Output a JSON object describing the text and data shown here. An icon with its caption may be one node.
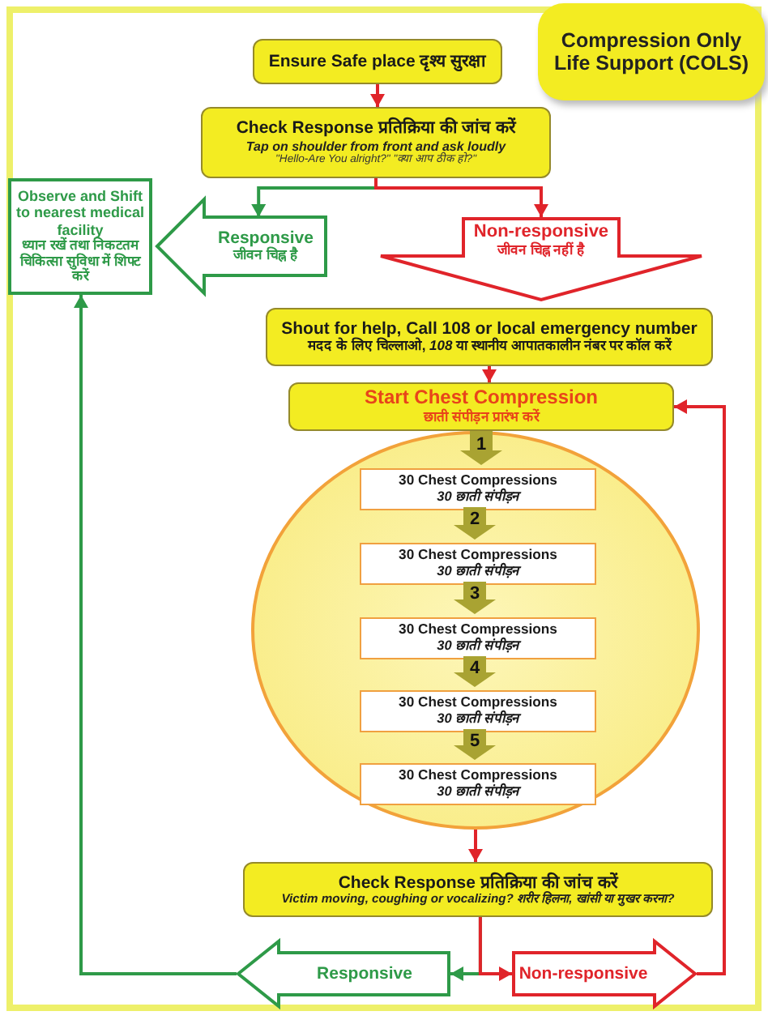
{
  "diagram": {
    "nodes": [
      {
        "text": [
          "Compression Only Life Support (COLS)"
        ]
      },
      {
        "text": [
          "Ensure Safe place दृश्य सुरक्षा"
        ]
      },
      {
        "text": [
          "Check Response प्रतिक्रिया की जांच करें",
          "Tap on shoulder from front and ask loudly",
          "\"Hello-Are You alright?\" \"क्या आप ठीक हो?\""
        ]
      },
      {
        "text": [
          "Responsive",
          "जीवन चिह्न है"
        ]
      },
      {
        "text": [
          "Observe and Shift to nearest medical facility",
          "ध्यान रखें तथा निकटतम चिकित्सा सुविधा में शिफ्ट करें"
        ]
      },
      {
        "text": [
          "Non-responsive",
          "जीवन चिह्न नहीं है"
        ]
      },
      {
        "text": [
          "Shout for help, Call 108 or local emergency number",
          "मदद के लिए चिल्लाओ, *108* या स्थानीय आपातकालीन नंबर पर कॉल करें"
        ]
      },
      {
        "text": [
          "Start Chest Compression",
          "छाती संपीड़न प्रारंभ करें"
        ]
      },
      {
        "text": [],
        "shape": "circle"
      },
      {
        "text": [
          "30 Chest Compressions",
          "30 छाती संपीड़न"
        ],
        "in": 8
      },
      {
        "text": [
          "30 Chest Compressions",
          "30 छाती संपीड़न"
        ],
        "in": 8
      },
      {
        "text": [
          "30 Chest Compressions",
          "30 छाती संपीड़न"
        ],
        "in": 8
      },
      {
        "text": [
          "30 Chest Compressions",
          "30 छाती संपीड़न"
        ],
        "in": 8
      },
      {
        "text": [
          "30 Chest Compressions",
          "30 छाती संपीड़न"
        ],
        "in": 8
      },
      {
        "text": [
          "Check Response प्रतिक्रिया की जांच करें",
          "Victim moving, coughing or vocalizing? शरीर हिलना, खांसी या मुखर करना?"
        ]
      },
      {
        "text": [
          "Responsive"
        ]
      },
      {
        "text": [
          "Non-responsive"
        ]
      }
    ],
    "edges": [
      {
        "from": 1,
        "to": 2,
        "arrow": "to"
      },
      {
        "from": 2,
        "to": 3,
        "arrow": "to",
        "color": "#2e9a48"
      },
      {
        "from": 2,
        "to": 5,
        "arrow": "to"
      },
      {
        "from": 6,
        "to": 7,
        "arrow": "to"
      },
      {
        "from": 7,
        "to": 9,
        "arrow": "to",
        "label": "1",
        "style": "thick",
        "color": "#a9a332"
      },
      {
        "from": 9,
        "to": 10,
        "arrow": "to",
        "label": "2",
        "style": "thick",
        "color": "#a9a332"
      },
      {
        "from": 10,
        "to": 11,
        "arrow": "to",
        "label": "3",
        "style": "thick",
        "color": "#a9a332"
      },
      {
        "from": 11,
        "to": 12,
        "arrow": "to",
        "label": "4",
        "style": "thick",
        "color": "#a9a332"
      },
      {
        "from": 12,
        "to": 13,
        "arrow": "to",
        "label": "5",
        "style": "thick",
        "color": "#a9a332"
      },
      {
        "from": 8,
        "to": 14,
        "arrow": "to"
      },
      {
        "from": 14,
        "to": 15,
        "arrow": "to",
        "color": "#2e9a48"
      },
      {
        "from": 14,
        "to": 16,
        "arrow": "to"
      },
      {
        "from": 15,
        "to": 4,
        "arrow": "to",
        "color": "#2e9a48"
      },
      {
        "from": 16,
        "to": 7,
        "arrow": "to"
      }
    ]
  }
}
